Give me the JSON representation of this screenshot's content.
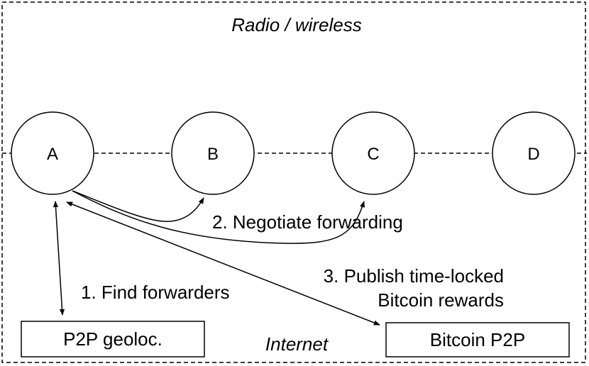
{
  "zones": {
    "radio_label": "Radio / wireless",
    "internet_label": "Internet"
  },
  "nodes": [
    {
      "id": "A",
      "label": "A"
    },
    {
      "id": "B",
      "label": "B"
    },
    {
      "id": "C",
      "label": "C"
    },
    {
      "id": "D",
      "label": "D"
    }
  ],
  "boxes": {
    "geoloc": "P2P geoloc.",
    "bitcoin": "Bitcoin P2P"
  },
  "steps": {
    "find": "1. Find forwarders",
    "negotiate": "2. Negotiate forwarding",
    "publish_line1": "3. Publish time-locked",
    "publish_line2": "Bitcoin rewards"
  },
  "colors": {
    "stroke": "#000000",
    "background": "#ffffff"
  }
}
